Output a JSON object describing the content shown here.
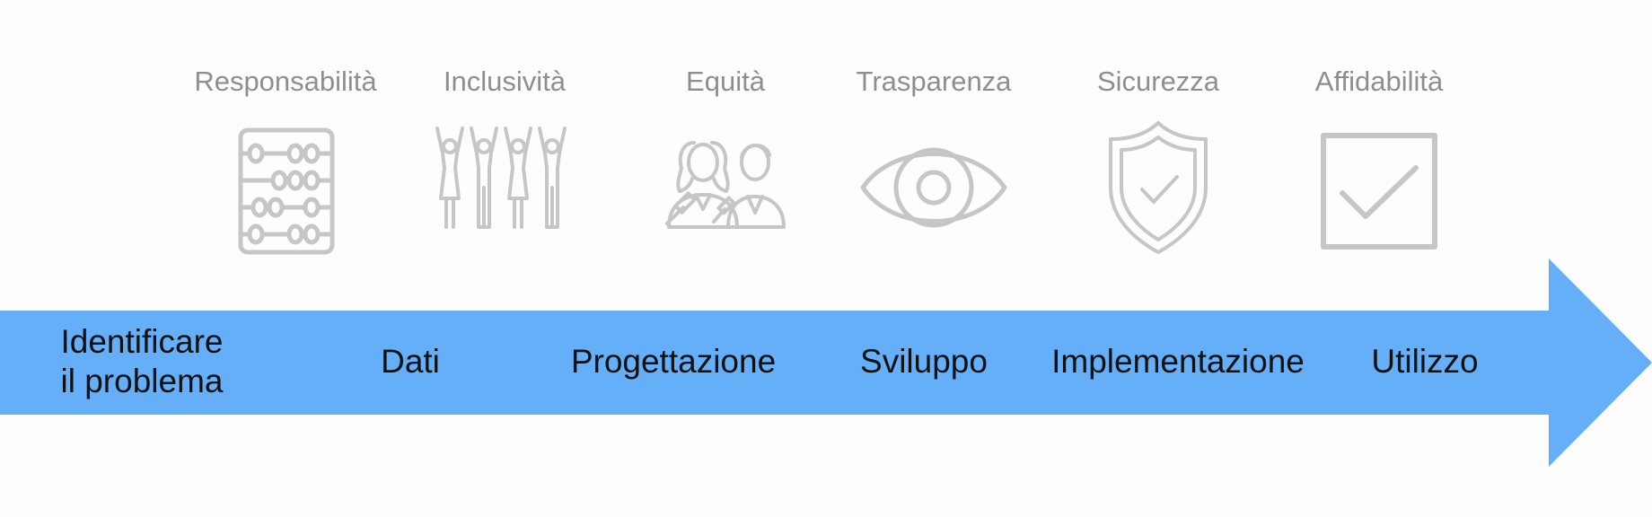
{
  "colors": {
    "arrow": "#64aff7",
    "icon_stroke": "#c6c6c6",
    "principle_text": "#8e8e8e",
    "phase_text": "#111111"
  },
  "principles": [
    {
      "label": "Responsabilità",
      "icon": "abacus-icon"
    },
    {
      "label": "Inclusività",
      "icon": "people-raising-hands-icon"
    },
    {
      "label": "Equità",
      "icon": "judges-with-gavel-icon"
    },
    {
      "label": "Trasparenza",
      "icon": "eye-icon"
    },
    {
      "label": "Sicurezza",
      "icon": "shield-check-icon"
    },
    {
      "label": "Affidabilità",
      "icon": "checkbox-icon"
    }
  ],
  "phases": [
    {
      "label": "Identificare\nil problema"
    },
    {
      "label": "Dati"
    },
    {
      "label": "Progettazione"
    },
    {
      "label": "Sviluppo"
    },
    {
      "label": "Implementazione"
    },
    {
      "label": "Utilizzo"
    }
  ]
}
